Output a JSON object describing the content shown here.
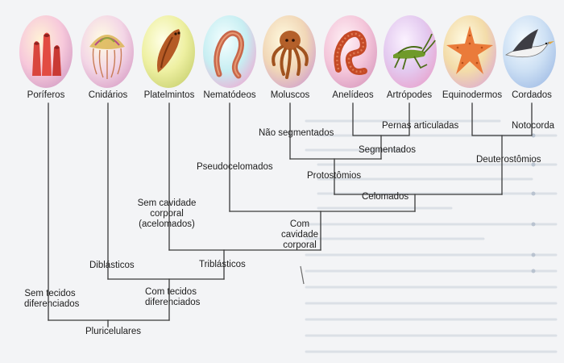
{
  "colors": {
    "line": "#3a3a3a",
    "text": "#1d1d1d",
    "ghost_text": "#c4ccd6",
    "egg_pink": "#f2b6cf",
    "egg_green": "#dfe99a",
    "egg_blue": "#b8cff2"
  },
  "taxa": [
    {
      "label": "Poríferos",
      "icon": "sponge-icon"
    },
    {
      "label": "Cnidários",
      "icon": "jellyfish-icon"
    },
    {
      "label": "Platelmintos",
      "icon": "flatworm-icon"
    },
    {
      "label": "Nematódeos",
      "icon": "roundworm-icon"
    },
    {
      "label": "Moluscos",
      "icon": "octopus-icon"
    },
    {
      "label": "Anelídeos",
      "icon": "earthworm-icon"
    },
    {
      "label": "Artrópodes",
      "icon": "grasshopper-icon"
    },
    {
      "label": "Equinodermos",
      "icon": "starfish-icon"
    },
    {
      "label": "Cordados",
      "icon": "bird-icon"
    }
  ],
  "nodes": {
    "pernas_articuladas": "Pernas articuladas",
    "notocorda": "Notocorda",
    "nao_segmentados": "Não segmentados",
    "segmentados": "Segmentados",
    "pseudocelomados": "Pseudocelomados",
    "protostomios": "Protostômios",
    "deuterostomios": "Deuterostômios",
    "celomados": "Celomados",
    "sem_cavidade": "Sem cavidade corporal (acelomados)",
    "com_cavidade": "Com cavidade corporal",
    "diblasticos": "Diblásticos",
    "triblasticos": "Triblásticos",
    "sem_tecidos": "Sem tecidos diferenciados",
    "com_tecidos": "Com tecidos diferenciados",
    "pluricelulares": "Pluricelulares"
  }
}
